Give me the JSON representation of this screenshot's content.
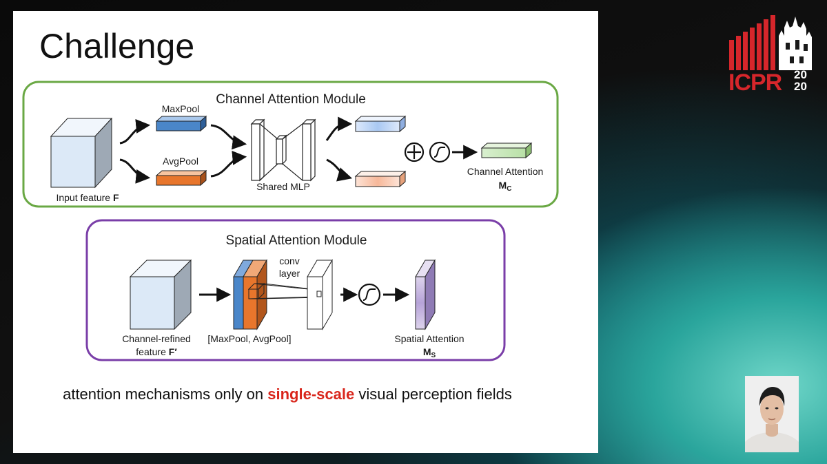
{
  "slide": {
    "title": "Challenge",
    "caption": {
      "before": "attention mechanisms only on ",
      "highlight": "single-scale",
      "after": " visual perception fields"
    }
  },
  "channel_module": {
    "title": "Channel Attention Module",
    "input_label": "Input feature",
    "input_symbol": "F",
    "maxpool_label": "MaxPool",
    "avgpool_label": "AvgPool",
    "mlp_label": "Shared MLP",
    "output_label": "Channel Attention",
    "output_symbol": "M",
    "output_subscript": "C",
    "border_color": "#6aa844"
  },
  "spatial_module": {
    "title": "Spatial Attention Module",
    "input_label_line1": "Channel-refined",
    "input_label_line2": "feature",
    "input_symbol": "F′",
    "pool_label": "[MaxPool, AvgPool]",
    "conv_label_line1": "conv",
    "conv_label_line2": "layer",
    "output_label": "Spatial Attention",
    "output_symbol": "M",
    "output_subscript": "S",
    "border_color": "#7a3ea8"
  },
  "logo": {
    "text": "ICPR",
    "year_top": "20",
    "year_bottom": "20",
    "color": "#d6262b"
  },
  "colors": {
    "maxpool": "#4a86c9",
    "avgpool": "#e8762c",
    "highlight": "#d9261c"
  }
}
